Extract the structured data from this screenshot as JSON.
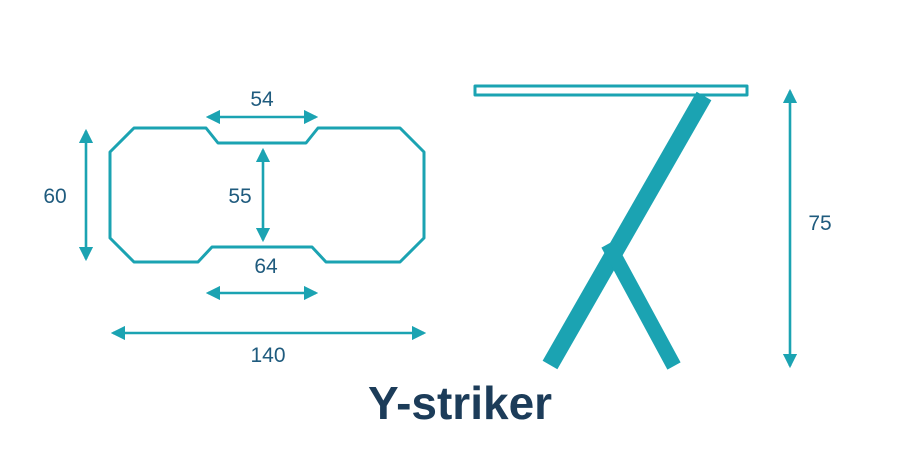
{
  "title": "Y-striker",
  "colors": {
    "teal": "#1BA3B2",
    "dim_text": "#1F5B7E",
    "title_text": "#1C3C59"
  },
  "top_view": {
    "dims": {
      "notch_top_width": "54",
      "overall_height": "60",
      "inner_height": "55",
      "notch_bottom_width": "64",
      "overall_width": "140"
    }
  },
  "side_view": {
    "dims": {
      "overall_height": "75"
    }
  }
}
